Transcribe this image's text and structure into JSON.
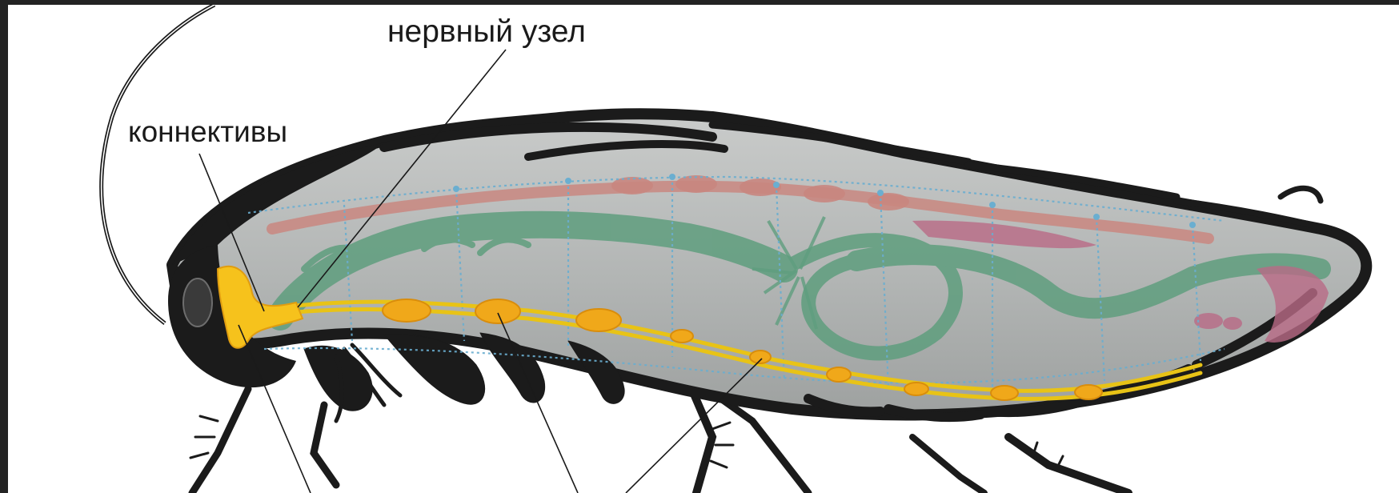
{
  "labels": {
    "ganglion": "нервный узел",
    "connectives": "коннективы"
  },
  "colors": {
    "background_border": "#232323",
    "body_outline": "#1b1b1b",
    "body_fill": "#b3b6b5",
    "digestive_tract": "#5f9e7e",
    "dorsal_vessel": "#c98780",
    "reproductive_organs": "#b96a86",
    "nerve_cord": "#f3d21f",
    "ganglia": "#f0a81a",
    "brain": "#f6c21c",
    "tracheae": "#6aaed0",
    "leader_lines": "#1a1a1a"
  },
  "icons": [
    "cockroach-illustration"
  ]
}
